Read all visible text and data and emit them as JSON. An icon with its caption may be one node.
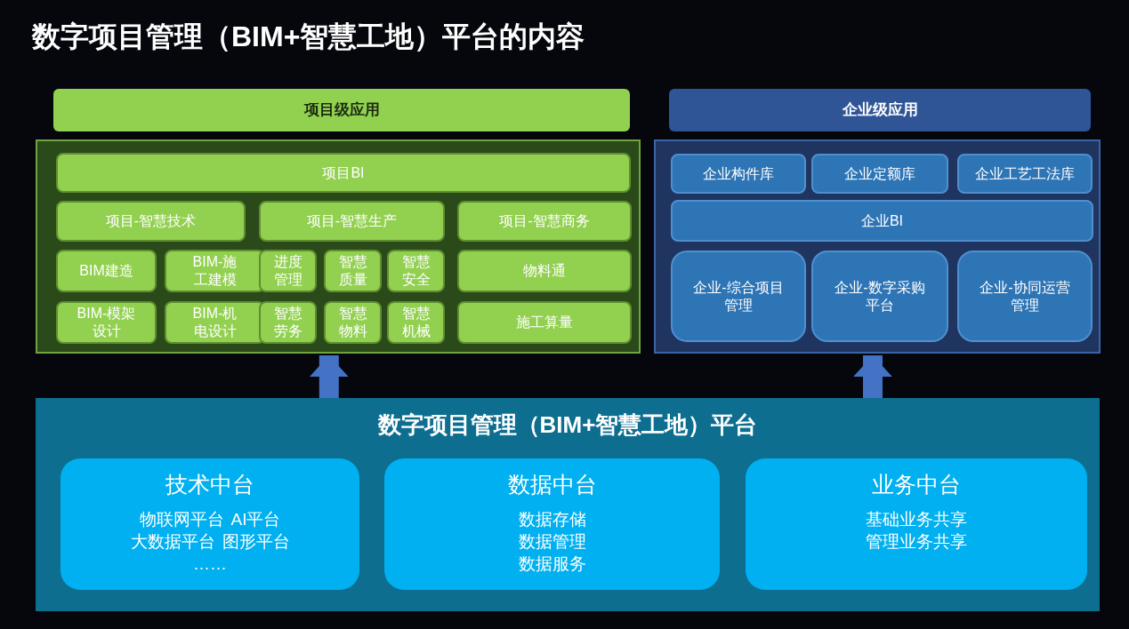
{
  "diagram": {
    "title": "数字项目管理（BIM+智慧工地）平台的内容",
    "nodes": [
      {
        "text": [
          "项目级应用"
        ]
      },
      {
        "text": [],
        "shape": "box"
      },
      {
        "text": [
          "项目BI"
        ],
        "in": 1
      },
      {
        "text": [
          "项目-智慧技术"
        ],
        "in": 1
      },
      {
        "text": [
          "项目-智慧生产"
        ],
        "in": 1
      },
      {
        "text": [
          "项目-智慧商务"
        ],
        "in": 1
      },
      {
        "text": [
          "BIM建造"
        ],
        "in": 1
      },
      {
        "text": [
          "BIM-施工建模"
        ],
        "in": 1
      },
      {
        "text": [
          "进度管理"
        ],
        "in": 1
      },
      {
        "text": [
          "智慧质量"
        ],
        "in": 1
      },
      {
        "text": [
          "智慧安全"
        ],
        "in": 1
      },
      {
        "text": [
          "物料通"
        ],
        "in": 1
      },
      {
        "text": [
          "BIM-模架设计"
        ],
        "in": 1
      },
      {
        "text": [
          "BIM-机电设计"
        ],
        "in": 1
      },
      {
        "text": [
          "智慧劳务"
        ],
        "in": 1
      },
      {
        "text": [
          "智慧物料"
        ],
        "in": 1
      },
      {
        "text": [
          "智慧机械"
        ],
        "in": 1
      },
      {
        "text": [
          "施工算量"
        ],
        "in": 1
      },
      {
        "text": [
          "企业级应用"
        ]
      },
      {
        "text": [],
        "shape": "box"
      },
      {
        "text": [
          "企业构件库"
        ],
        "in": 19
      },
      {
        "text": [
          "企业定额库"
        ],
        "in": 19
      },
      {
        "text": [
          "企业工艺工法库"
        ],
        "in": 19
      },
      {
        "text": [
          "企业BI"
        ],
        "in": 19
      },
      {
        "text": [
          "企业-综合项目管理"
        ],
        "in": 19
      },
      {
        "text": [
          "企业-数字采购平台"
        ],
        "in": 19
      },
      {
        "text": [
          "企业-协同运营管理"
        ],
        "in": 19
      },
      {
        "text": [
          "数字项目管理（BIM+智慧工地）平台"
        ]
      },
      {
        "text": [
          "技术中台",
          "物联网平台",
          "AI平台",
          "大数据平台",
          "图形平台",
          "……"
        ],
        "in": 27
      },
      {
        "text": [
          "数据中台",
          "数据存储",
          "数据管理",
          "数据服务"
        ],
        "in": 27
      },
      {
        "text": [
          "业务中台",
          "基础业务共享",
          "管理业务共享"
        ],
        "in": 27
      }
    ],
    "edges": [
      {
        "from": 27,
        "to": 1,
        "arrow": "to"
      },
      {
        "from": 27,
        "to": 19,
        "arrow": "to"
      }
    ]
  }
}
